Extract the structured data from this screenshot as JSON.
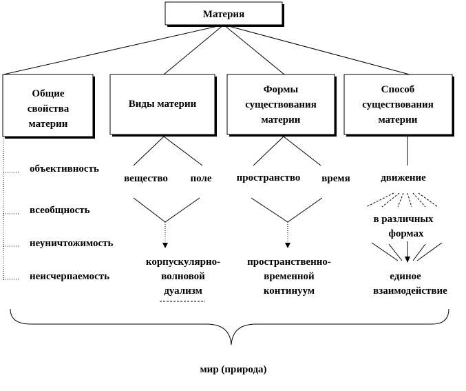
{
  "root": "Материя",
  "boxes": {
    "general": [
      "Общие",
      "свойства",
      "материи"
    ],
    "kinds": [
      "Виды материи"
    ],
    "forms": [
      "Формы",
      "существования",
      "материи"
    ],
    "mode": [
      "Способ",
      "существования",
      "материи"
    ]
  },
  "properties": [
    "объективность",
    "всеобщность",
    "неуничтожимость",
    "неисчерпаемость"
  ],
  "kinds_items": {
    "left": "вещество",
    "right": "поле",
    "result": [
      "корпускулярно-",
      "волновой",
      "дуализм"
    ]
  },
  "forms_items": {
    "left": "пространство",
    "right": "время",
    "result": [
      "пространственно-",
      "временной",
      "континуум"
    ]
  },
  "mode_items": {
    "top": "движение",
    "middle": [
      "в различных",
      "формах"
    ],
    "result": [
      "единое",
      "взаимодействие"
    ]
  },
  "footer": "мир (природа)"
}
